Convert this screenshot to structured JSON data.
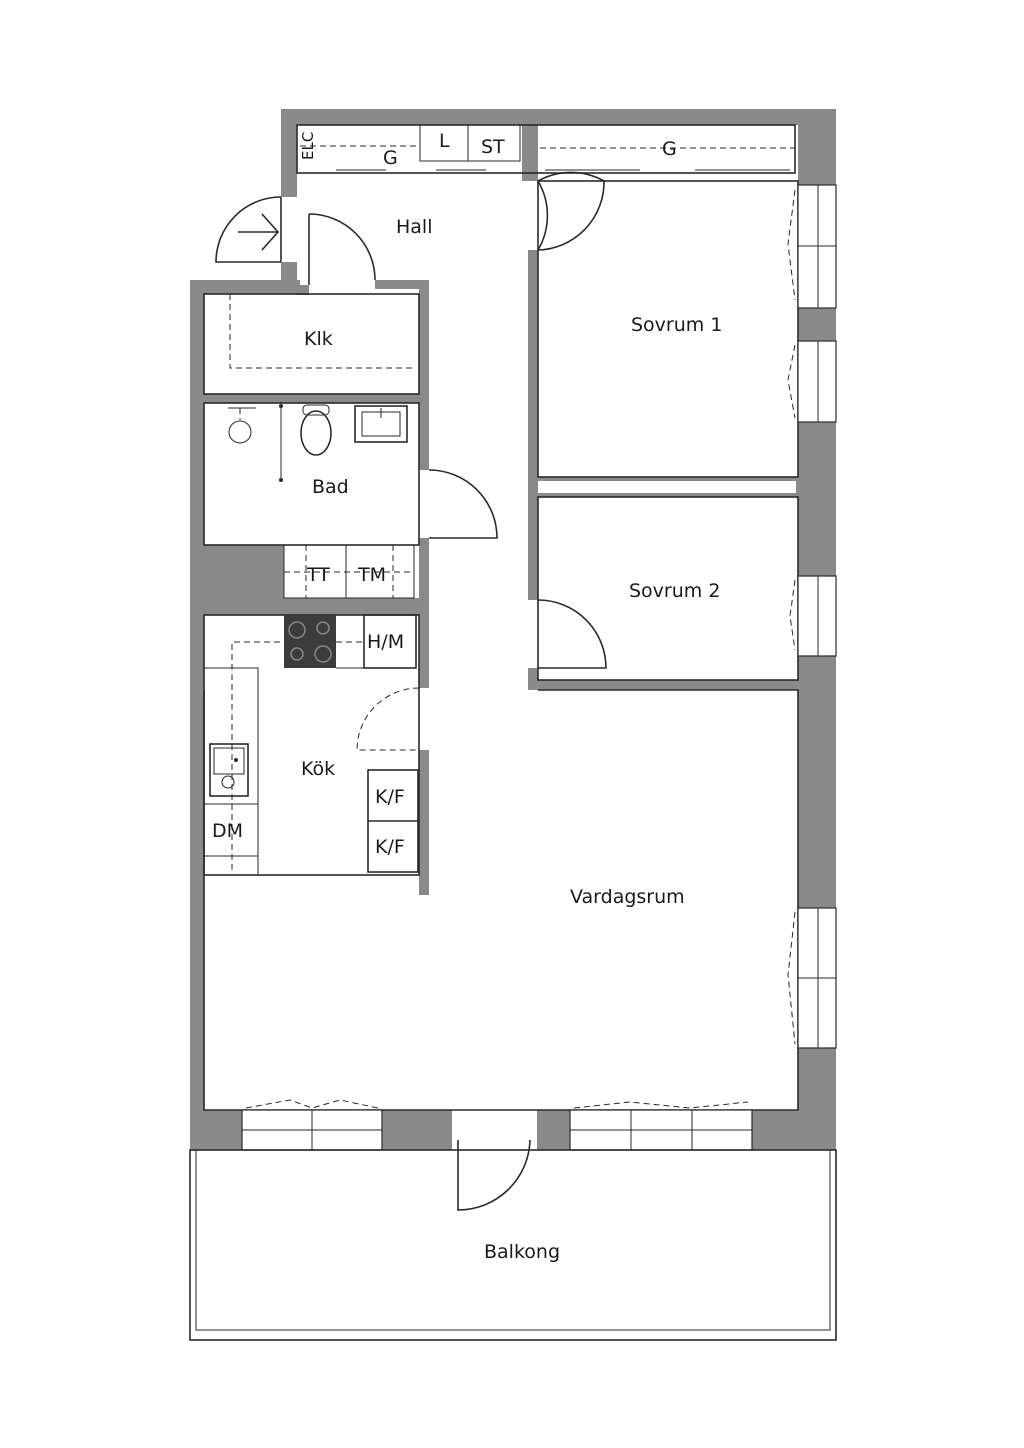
{
  "rooms": {
    "hall": "Hall",
    "klk": "Klk",
    "bad": "Bad",
    "sovrum1": "Sovrum 1",
    "sovrum2": "Sovrum 2",
    "kok": "Kök",
    "vardagsrum": "Vardagsrum",
    "balkong": "Balkong"
  },
  "fixtures": {
    "elc": "ELC",
    "g_hall": "G",
    "l": "L",
    "st": "ST",
    "g_sovrum": "G",
    "tt": "TT",
    "tm": "TM",
    "hm": "H/M",
    "kf_top": "K/F",
    "kf_bottom": "K/F",
    "dm": "DM"
  },
  "colors": {
    "wall": "#8a8a8a",
    "line": "#2a2a2a",
    "background": "#ffffff"
  }
}
